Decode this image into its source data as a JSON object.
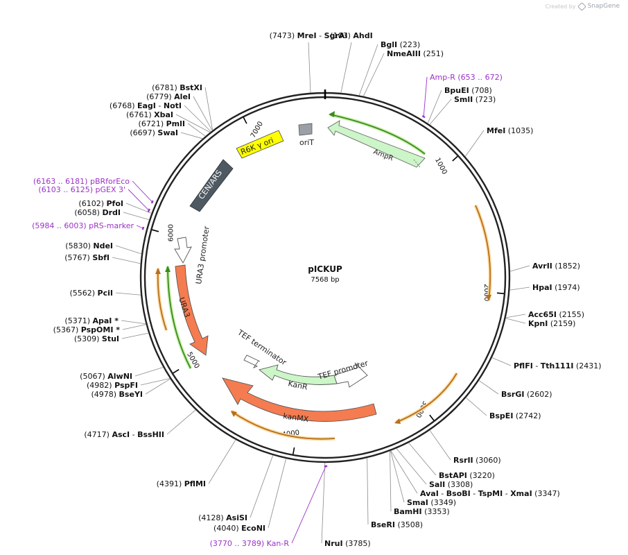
{
  "brand": {
    "created_by": "Created by",
    "name": "SnapGene"
  },
  "plasmid": {
    "name": "pICKUP",
    "length_label": "7568 bp",
    "length": 7568
  },
  "ticks": [
    {
      "pos": 1000,
      "label": "1000"
    },
    {
      "pos": 2000,
      "label": "2000"
    },
    {
      "pos": 3000,
      "label": "3000"
    },
    {
      "pos": 4000,
      "label": "4000"
    },
    {
      "pos": 5000,
      "label": "5000"
    },
    {
      "pos": 6000,
      "label": "6000"
    },
    {
      "pos": 7000,
      "label": "7000"
    }
  ],
  "sites": [
    {
      "enzymes": [
        "MreI",
        "SgrAI"
      ],
      "pos_label": "(7473)"
    },
    {
      "enzymes": [
        "AhdI"
      ],
      "pos_label": "(103)"
    },
    {
      "enzymes": [
        "BglI"
      ],
      "pos_label": "(223)"
    },
    {
      "enzymes": [
        "NmeAIII"
      ],
      "pos_label": "(251)"
    },
    {
      "enzymes": [
        "BpuEI"
      ],
      "pos_label": "(708)"
    },
    {
      "enzymes": [
        "SmlI"
      ],
      "pos_label": "(723)"
    },
    {
      "enzymes": [
        "MfeI"
      ],
      "pos_label": "(1035)"
    },
    {
      "enzymes": [
        "AvrII"
      ],
      "pos_label": "(1852)"
    },
    {
      "enzymes": [
        "HpaI"
      ],
      "pos_label": "(1974)"
    },
    {
      "enzymes": [
        "Acc65I"
      ],
      "pos_label": "(2155)"
    },
    {
      "enzymes": [
        "KpnI"
      ],
      "pos_label": "(2159)"
    },
    {
      "enzymes": [
        "PflFI",
        "Tth111I"
      ],
      "pos_label": "(2431)"
    },
    {
      "enzymes": [
        "BsrGI"
      ],
      "pos_label": "(2602)"
    },
    {
      "enzymes": [
        "BspEI"
      ],
      "pos_label": "(2742)"
    },
    {
      "enzymes": [
        "RsrII"
      ],
      "pos_label": "(3060)"
    },
    {
      "enzymes": [
        "BstAPI"
      ],
      "pos_label": "(3220)"
    },
    {
      "enzymes": [
        "SalI"
      ],
      "pos_label": "(3308)"
    },
    {
      "enzymes": [
        "AvaI",
        "BsoBI",
        "TspMI",
        "XmaI"
      ],
      "pos_label": "(3347)"
    },
    {
      "enzymes": [
        "SmaI"
      ],
      "pos_label": "(3349)"
    },
    {
      "enzymes": [
        "BamHI"
      ],
      "pos_label": "(3353)"
    },
    {
      "enzymes": [
        "BseRI"
      ],
      "pos_label": "(3508)"
    },
    {
      "enzymes": [
        "NruI"
      ],
      "pos_label": "(3785)"
    },
    {
      "enzymes": [
        "EcoNI"
      ],
      "pos_label": "(4040)"
    },
    {
      "enzymes": [
        "AsiSI"
      ],
      "pos_label": "(4128)"
    },
    {
      "enzymes": [
        "PflMI"
      ],
      "pos_label": "(4391)"
    },
    {
      "enzymes": [
        "AscI",
        "BssHII"
      ],
      "pos_label": "(4717)"
    },
    {
      "enzymes": [
        "BseYI"
      ],
      "pos_label": "(4978)"
    },
    {
      "enzymes": [
        "PspFI"
      ],
      "pos_label": "(4982)"
    },
    {
      "enzymes": [
        "AlwNI"
      ],
      "pos_label": "(5067)"
    },
    {
      "enzymes": [
        "StuI"
      ],
      "pos_label": "(5309)"
    },
    {
      "enzymes": [
        "PspOMI *"
      ],
      "pos_label": "(5367)"
    },
    {
      "enzymes": [
        "ApaI *"
      ],
      "pos_label": "(5371)"
    },
    {
      "enzymes": [
        "PciI"
      ],
      "pos_label": "(5562)"
    },
    {
      "enzymes": [
        "SbfI"
      ],
      "pos_label": "(5767)"
    },
    {
      "enzymes": [
        "NdeI"
      ],
      "pos_label": "(5830)"
    },
    {
      "enzymes": [
        "DrdI"
      ],
      "pos_label": "(6058)"
    },
    {
      "enzymes": [
        "PfoI"
      ],
      "pos_label": "(6102)"
    },
    {
      "enzymes": [
        "SwaI"
      ],
      "pos_label": "(6697)"
    },
    {
      "enzymes": [
        "PmlI"
      ],
      "pos_label": "(6721)"
    },
    {
      "enzymes": [
        "XbaI"
      ],
      "pos_label": "(6761)"
    },
    {
      "enzymes": [
        "EagI",
        "NotI"
      ],
      "pos_label": "(6768)"
    },
    {
      "enzymes": [
        "AleI"
      ],
      "pos_label": "(6779)"
    },
    {
      "enzymes": [
        "BstXI"
      ],
      "pos_label": "(6781)"
    }
  ],
  "primers": [
    {
      "name": "Amp-R",
      "range_label": "(653 .. 672)",
      "color": "#9b30c8"
    },
    {
      "name": "Kan-R",
      "range_label": "(3770 .. 3789)",
      "color": "#9b30c8"
    },
    {
      "name": "pRS-marker",
      "range_label": "(5984 .. 6003)",
      "color": "#9b30c8"
    },
    {
      "name": "pGEX 3'",
      "range_label": "(6103 .. 6125)",
      "color": "#9b30c8"
    },
    {
      "name": "pBRforEco",
      "range_label": "(6163 .. 6181)",
      "color": "#9b30c8"
    }
  ],
  "features": [
    {
      "name": "AmpR",
      "type": "CDS",
      "color": "#ccf5c8"
    },
    {
      "name": "oriT",
      "type": "oriT",
      "color": "#9aa0a6"
    },
    {
      "name": "R6K γ ori",
      "type": "rep_origin",
      "color": "#ffff00"
    },
    {
      "name": "CEN/ARS",
      "type": "rep_origin",
      "color": "#4f5962"
    },
    {
      "name": "URA3 promoter",
      "type": "promoter",
      "color": "#ffffff"
    },
    {
      "name": "URA3",
      "type": "CDS",
      "color": "#f47c50"
    },
    {
      "name": "TEF terminator",
      "type": "terminator",
      "color": "#ffffff"
    },
    {
      "name": "KanR",
      "type": "CDS",
      "color": "#ccf5c8"
    },
    {
      "name": "TEF promoter",
      "type": "promoter",
      "color": "#ffffff"
    },
    {
      "name": "kanMX",
      "type": "CDS",
      "color": "#f47c50"
    }
  ],
  "colors": {
    "orf_orange": "#f2a33a",
    "orf_halo": "#ffd9a0",
    "orf_green": "#3a8a1e",
    "orf_green_halo": "#c7f0a8",
    "primer": "#9b30c8",
    "backbone": "#222222"
  }
}
